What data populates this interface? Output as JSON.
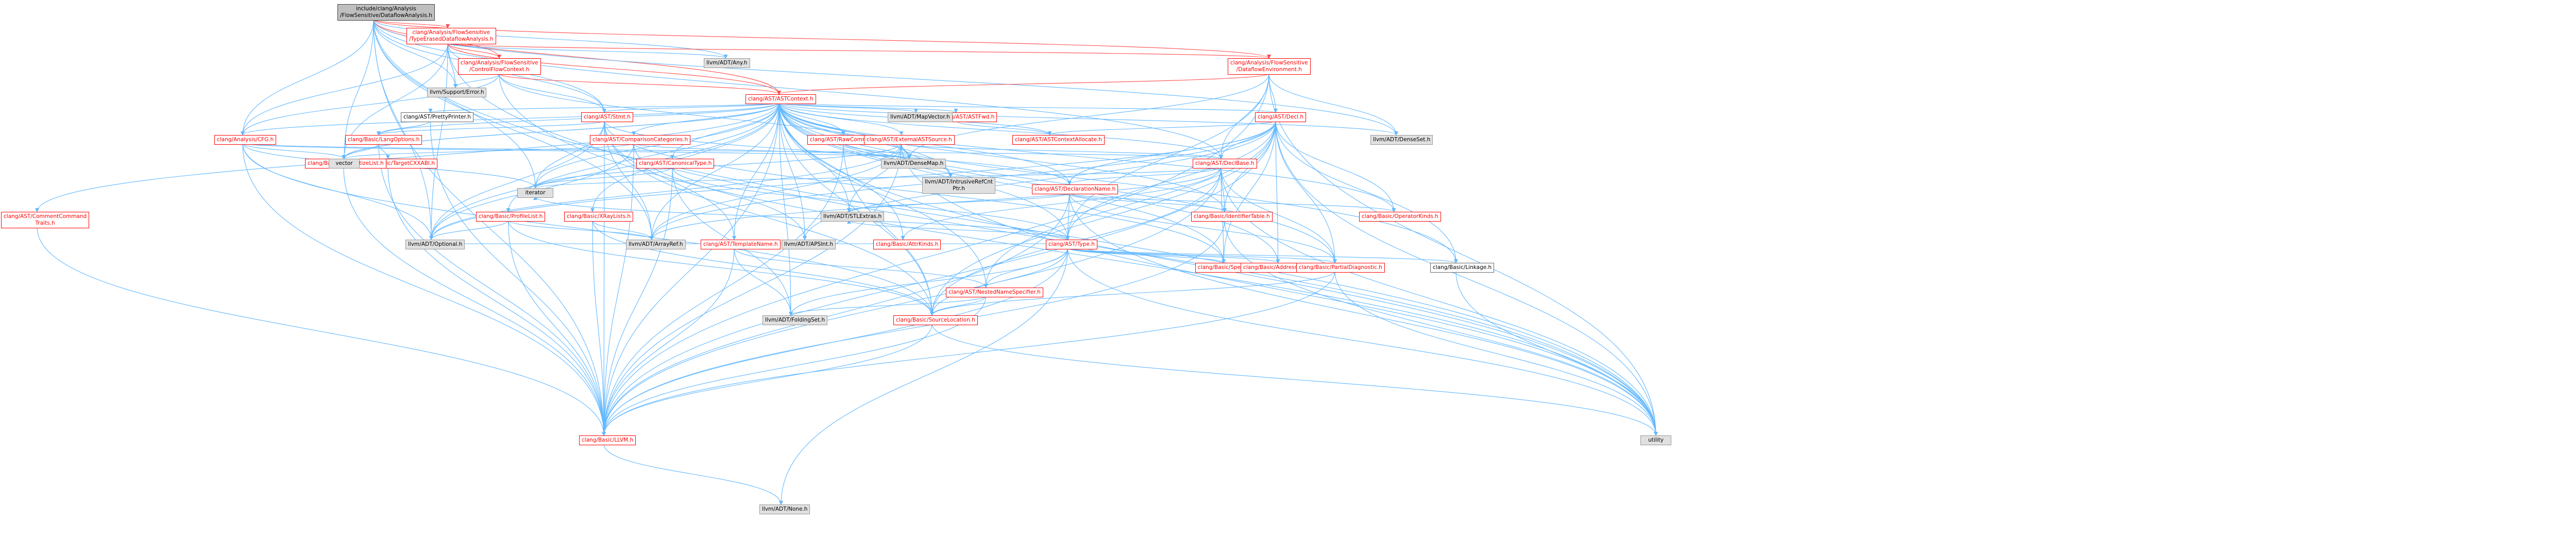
{
  "graph": {
    "nodes": [
      {
        "id": "root",
        "label": [
          "include/clang/Analysis",
          "/FlowSensitive/DataflowAnalysis.h"
        ],
        "kind": "root"
      },
      {
        "id": "tdfa",
        "label": [
          "clang/Analysis/FlowSensitive",
          "/TypeErasedDataflowAnalysis.h"
        ],
        "kind": "red"
      },
      {
        "id": "cfc",
        "label": [
          "clang/Analysis/FlowSensitive",
          "/ControlFlowContext.h"
        ],
        "kind": "red"
      },
      {
        "id": "dfenv",
        "label": [
          "clang/Analysis/FlowSensitive",
          "/DataflowEnvironment.h"
        ],
        "kind": "red"
      },
      {
        "id": "astctx",
        "label": [
          "clang/AST/ASTContext.h"
        ],
        "kind": "red"
      },
      {
        "id": "prettyprinter",
        "label": [
          "clang/AST/PrettyPrinter.h"
        ],
        "kind": "white"
      },
      {
        "id": "stmt",
        "label": [
          "clang/AST/Stmt.h"
        ],
        "kind": "red"
      },
      {
        "id": "cfg",
        "label": [
          "clang/Analysis/CFG.h"
        ],
        "kind": "red"
      },
      {
        "id": "langopts",
        "label": [
          "clang/Basic/LangOptions.h"
        ],
        "kind": "red"
      },
      {
        "id": "targetcxxabi",
        "label": [
          "clang/Basic/TargetCXXABI.h"
        ],
        "kind": "red"
      },
      {
        "id": "commentcmd",
        "label": [
          "clang/AST/CommentCommand",
          "Traits.h"
        ],
        "kind": "red"
      },
      {
        "id": "llvmh",
        "label": [
          "clang/Basic/LLVM.h"
        ],
        "kind": "red"
      },
      {
        "id": "none",
        "label": [
          "llvm/ADT/None.h"
        ],
        "kind": "grey"
      },
      {
        "id": "nosanitize",
        "label": [
          "clang/Basic/NoSanitizeList.h"
        ],
        "kind": "red"
      },
      {
        "id": "cmpcats",
        "label": [
          "clang/AST/ComparisonCategories.h"
        ],
        "kind": "red"
      },
      {
        "id": "canontype",
        "label": [
          "clang/AST/CanonicalType.h"
        ],
        "kind": "red"
      },
      {
        "id": "profilelist",
        "label": [
          "clang/Basic/ProfileList.h"
        ],
        "kind": "red"
      },
      {
        "id": "xraylists",
        "label": [
          "clang/Basic/XRayLists.h"
        ],
        "kind": "red"
      },
      {
        "id": "templatename",
        "label": [
          "clang/AST/TemplateName.h"
        ],
        "kind": "red"
      },
      {
        "id": "rawcomment",
        "label": [
          "clang/AST/RawCommentList.h"
        ],
        "kind": "red"
      },
      {
        "id": "extsource",
        "label": [
          "clang/AST/ExternalASTSource.h"
        ],
        "kind": "red"
      },
      {
        "id": "asttypetraits",
        "label": [
          "clang/AST/ASTFwd.h"
        ],
        "kind": "red"
      },
      {
        "id": "ctxalloc",
        "label": [
          "clang/AST/ASTContextAllocate.h"
        ],
        "kind": "red"
      },
      {
        "id": "decl",
        "label": [
          "clang/AST/Decl.h"
        ],
        "kind": "red"
      },
      {
        "id": "declbase",
        "label": [
          "clang/AST/DeclBase.h"
        ],
        "kind": "red"
      },
      {
        "id": "declname",
        "label": [
          "clang/AST/DeclarationName.h"
        ],
        "kind": "red"
      },
      {
        "id": "identtable",
        "label": [
          "clang/Basic/IdentifierTable.h"
        ],
        "kind": "red"
      },
      {
        "id": "opkinds",
        "label": [
          "clang/Basic/OperatorKinds.h"
        ],
        "kind": "red"
      },
      {
        "id": "type",
        "label": [
          "clang/AST/Type.h"
        ],
        "kind": "red"
      },
      {
        "id": "nns",
        "label": [
          "clang/AST/NestedNameSpecifier.h"
        ],
        "kind": "red"
      },
      {
        "id": "srcloc",
        "label": [
          "clang/Basic/SourceLocation.h"
        ],
        "kind": "red"
      },
      {
        "id": "attrkinds",
        "label": [
          "clang/Basic/AttrKinds.h"
        ],
        "kind": "red"
      },
      {
        "id": "specifiers",
        "label": [
          "clang/Basic/Specifiers.h"
        ],
        "kind": "red"
      },
      {
        "id": "addrspaces",
        "label": [
          "clang/Basic/AddressSpaces.h"
        ],
        "kind": "red"
      },
      {
        "id": "partialdiag",
        "label": [
          "clang/Basic/PartialDiagnostic.h"
        ],
        "kind": "red"
      },
      {
        "id": "linkage",
        "label": [
          "clang/Basic/Linkage.h"
        ],
        "kind": "white"
      },
      {
        "id": "any",
        "label": [
          "llvm/ADT/Any.h"
        ],
        "kind": "grey"
      },
      {
        "id": "error",
        "label": [
          "llvm/Support/Error.h"
        ],
        "kind": "grey"
      },
      {
        "id": "mapvector",
        "label": [
          "llvm/ADT/MapVector.h"
        ],
        "kind": "grey"
      },
      {
        "id": "denseset",
        "label": [
          "llvm/ADT/DenseSet.h"
        ],
        "kind": "grey"
      },
      {
        "id": "densemap",
        "label": [
          "llvm/ADT/DenseMap.h"
        ],
        "kind": "grey"
      },
      {
        "id": "intrusiveref",
        "label": [
          "llvm/ADT/IntrusiveRefCnt",
          "Ptr.h"
        ],
        "kind": "grey"
      },
      {
        "id": "stlextras",
        "label": [
          "llvm/ADT/STLExtras.h"
        ],
        "kind": "grey"
      },
      {
        "id": "arrayref",
        "label": [
          "llvm/ADT/ArrayRef.h"
        ],
        "kind": "grey"
      },
      {
        "id": "apsint",
        "label": [
          "llvm/ADT/APSInt.h"
        ],
        "kind": "grey"
      },
      {
        "id": "optional",
        "label": [
          "llvm/ADT/Optional.h"
        ],
        "kind": "grey"
      },
      {
        "id": "foldingset",
        "label": [
          "llvm/ADT/FoldingSet.h"
        ],
        "kind": "grey"
      },
      {
        "id": "vector",
        "label": [
          "vector"
        ],
        "kind": "grey"
      },
      {
        "id": "iterator",
        "label": [
          "iterator"
        ],
        "kind": "grey"
      },
      {
        "id": "utility",
        "label": [
          "utility"
        ],
        "kind": "grey"
      }
    ],
    "edges": [
      [
        "root",
        "tdfa"
      ],
      [
        "root",
        "cfc"
      ],
      [
        "root",
        "dfenv"
      ],
      [
        "root",
        "astctx"
      ],
      [
        "root",
        "stmt"
      ],
      [
        "root",
        "cfg"
      ],
      [
        "root",
        "any"
      ],
      [
        "root",
        "error"
      ],
      [
        "root",
        "optional"
      ],
      [
        "root",
        "vector"
      ],
      [
        "root",
        "iterator"
      ],
      [
        "root",
        "utility"
      ],
      [
        "root",
        "denseset"
      ],
      [
        "root",
        "arrayref"
      ],
      [
        "root",
        "llvmh"
      ],
      [
        "root",
        "declbase"
      ],
      [
        "tdfa",
        "cfc"
      ],
      [
        "tdfa",
        "dfenv"
      ],
      [
        "tdfa",
        "astctx"
      ],
      [
        "tdfa",
        "stmt"
      ],
      [
        "tdfa",
        "cfg"
      ],
      [
        "tdfa",
        "any"
      ],
      [
        "tdfa",
        "error"
      ],
      [
        "tdfa",
        "optional"
      ],
      [
        "tdfa",
        "vector"
      ],
      [
        "tdfa",
        "utility"
      ],
      [
        "cfc",
        "astctx"
      ],
      [
        "cfc",
        "stmt"
      ],
      [
        "cfc",
        "cfg"
      ],
      [
        "cfc",
        "densemap"
      ],
      [
        "cfc",
        "error"
      ],
      [
        "cfc",
        "utility"
      ],
      [
        "dfenv",
        "astctx"
      ],
      [
        "dfenv",
        "decl"
      ],
      [
        "dfenv",
        "declbase"
      ],
      [
        "dfenv",
        "type"
      ],
      [
        "dfenv",
        "densemap"
      ],
      [
        "dfenv",
        "denseset"
      ],
      [
        "dfenv",
        "utility"
      ],
      [
        "dfenv",
        "llvmh"
      ],
      [
        "astctx",
        "prettyprinter"
      ],
      [
        "astctx",
        "stmt"
      ],
      [
        "astctx",
        "cfg"
      ],
      [
        "astctx",
        "langopts"
      ],
      [
        "astctx",
        "commentcmd"
      ],
      [
        "astctx",
        "nosanitize"
      ],
      [
        "astctx",
        "cmpcats"
      ],
      [
        "astctx",
        "canontype"
      ],
      [
        "astctx",
        "profilelist"
      ],
      [
        "astctx",
        "xraylists"
      ],
      [
        "astctx",
        "templatename"
      ],
      [
        "astctx",
        "rawcomment"
      ],
      [
        "astctx",
        "extsource"
      ],
      [
        "astctx",
        "asttypetraits"
      ],
      [
        "astctx",
        "ctxalloc"
      ],
      [
        "astctx",
        "decl"
      ],
      [
        "astctx",
        "declbase"
      ],
      [
        "astctx",
        "declname"
      ],
      [
        "astctx",
        "type"
      ],
      [
        "astctx",
        "nns"
      ],
      [
        "astctx",
        "identtable"
      ],
      [
        "astctx",
        "opkinds"
      ],
      [
        "astctx",
        "partialdiag"
      ],
      [
        "astctx",
        "srcloc"
      ],
      [
        "astctx",
        "specifiers"
      ],
      [
        "astctx",
        "addrspaces"
      ],
      [
        "astctx",
        "linkage"
      ],
      [
        "astctx",
        "mapvector"
      ],
      [
        "astctx",
        "denseset"
      ],
      [
        "astctx",
        "densemap"
      ],
      [
        "astctx",
        "intrusiveref"
      ],
      [
        "astctx",
        "stlextras"
      ],
      [
        "astctx",
        "arrayref"
      ],
      [
        "astctx",
        "apsint"
      ],
      [
        "astctx",
        "optional"
      ],
      [
        "astctx",
        "foldingset"
      ],
      [
        "astctx",
        "vector"
      ],
      [
        "astctx",
        "iterator"
      ],
      [
        "astctx",
        "utility"
      ],
      [
        "astctx",
        "llvmh"
      ],
      [
        "astctx",
        "attrkinds"
      ],
      [
        "prettyprinter",
        "langopts"
      ],
      [
        "prettyprinter",
        "llvmh"
      ],
      [
        "stmt",
        "langopts"
      ],
      [
        "stmt",
        "llvmh"
      ],
      [
        "stmt",
        "iterator"
      ],
      [
        "stmt",
        "arrayref"
      ],
      [
        "stmt",
        "srcloc"
      ],
      [
        "stmt",
        "specifiers"
      ],
      [
        "stmt",
        "declname"
      ],
      [
        "stmt",
        "templatename"
      ],
      [
        "stmt",
        "optional"
      ],
      [
        "cfg",
        "vector"
      ],
      [
        "cfg",
        "iterator"
      ],
      [
        "cfg",
        "llvmh"
      ],
      [
        "cfg",
        "optional"
      ],
      [
        "cfg",
        "densemap"
      ],
      [
        "cfg",
        "srcloc"
      ],
      [
        "cfg",
        "declbase"
      ],
      [
        "langopts",
        "targetcxxabi"
      ],
      [
        "langopts",
        "llvmh"
      ],
      [
        "langopts",
        "vector"
      ],
      [
        "targetcxxabi",
        "llvmh"
      ],
      [
        "commentcmd",
        "llvmh"
      ],
      [
        "llvmh",
        "none"
      ],
      [
        "nosanitize",
        "llvmh"
      ],
      [
        "nosanitize",
        "vector"
      ],
      [
        "cmpcats",
        "llvmh"
      ],
      [
        "cmpcats",
        "densemap"
      ],
      [
        "cmpcats",
        "apsint"
      ],
      [
        "cmpcats",
        "optional"
      ],
      [
        "cmpcats",
        "vector"
      ],
      [
        "canontype",
        "type"
      ],
      [
        "canontype",
        "llvmh"
      ],
      [
        "canontype",
        "iterator"
      ],
      [
        "canontype",
        "foldingset"
      ],
      [
        "profilelist",
        "llvmh"
      ],
      [
        "profilelist",
        "arrayref"
      ],
      [
        "profilelist",
        "optional"
      ],
      [
        "profilelist",
        "srcloc"
      ],
      [
        "xraylists",
        "llvmh"
      ],
      [
        "xraylists",
        "arrayref"
      ],
      [
        "xraylists",
        "srcloc"
      ],
      [
        "templatename",
        "nns"
      ],
      [
        "templatename",
        "llvmh"
      ],
      [
        "templatename",
        "foldingset"
      ],
      [
        "rawcomment",
        "srcloc"
      ],
      [
        "rawcomment",
        "densemap"
      ],
      [
        "rawcomment",
        "llvmh"
      ],
      [
        "extsource",
        "declbase"
      ],
      [
        "extsource",
        "llvmh"
      ],
      [
        "extsource",
        "intrusiveref"
      ],
      [
        "extsource",
        "densemap"
      ],
      [
        "extsource",
        "optional"
      ],
      [
        "extsource",
        "arrayref"
      ],
      [
        "extsource",
        "stlextras"
      ],
      [
        "extsource",
        "iterator"
      ],
      [
        "extsource",
        "utility"
      ],
      [
        "asttypetraits",
        "ctxalloc"
      ],
      [
        "decl",
        "declbase"
      ],
      [
        "decl",
        "declname"
      ],
      [
        "decl",
        "type"
      ],
      [
        "decl",
        "nns"
      ],
      [
        "decl",
        "identtable"
      ],
      [
        "decl",
        "linkage"
      ],
      [
        "decl",
        "opkinds"
      ],
      [
        "decl",
        "partialdiag"
      ],
      [
        "decl",
        "specifiers"
      ],
      [
        "decl",
        "srcloc"
      ],
      [
        "decl",
        "addrspaces"
      ],
      [
        "decl",
        "arrayref"
      ],
      [
        "decl",
        "optional"
      ],
      [
        "decl",
        "llvmh"
      ],
      [
        "decl",
        "utility"
      ],
      [
        "decl",
        "ctxalloc"
      ],
      [
        "decl",
        "apsint"
      ],
      [
        "declbase",
        "declname"
      ],
      [
        "declbase",
        "attrkinds"
      ],
      [
        "declbase",
        "specifiers"
      ],
      [
        "declbase",
        "srcloc"
      ],
      [
        "declbase",
        "llvmh"
      ],
      [
        "declbase",
        "partialdiag"
      ],
      [
        "declbase",
        "arrayref"
      ],
      [
        "declbase",
        "iterator"
      ],
      [
        "declbase",
        "utility"
      ],
      [
        "declbase",
        "identtable"
      ],
      [
        "declname",
        "identtable"
      ],
      [
        "declname",
        "opkinds"
      ],
      [
        "declname",
        "partialdiag"
      ],
      [
        "declname",
        "type"
      ],
      [
        "declname",
        "llvmh"
      ],
      [
        "declname",
        "stlextras"
      ],
      [
        "declname",
        "utility"
      ],
      [
        "identtable",
        "llvmh"
      ],
      [
        "identtable",
        "utility"
      ],
      [
        "type",
        "nns"
      ],
      [
        "type",
        "templatename"
      ],
      [
        "type",
        "attrkinds"
      ],
      [
        "type",
        "addrspaces"
      ],
      [
        "type",
        "linkage"
      ],
      [
        "type",
        "partialdiag"
      ],
      [
        "type",
        "specifiers"
      ],
      [
        "type",
        "srcloc"
      ],
      [
        "type",
        "llvmh"
      ],
      [
        "type",
        "apsint"
      ],
      [
        "type",
        "arrayref"
      ],
      [
        "type",
        "foldingset"
      ],
      [
        "type",
        "none"
      ],
      [
        "type",
        "optional"
      ],
      [
        "type",
        "stlextras"
      ],
      [
        "type",
        "utility"
      ],
      [
        "type",
        "iterator"
      ],
      [
        "nns",
        "srcloc"
      ],
      [
        "nns",
        "foldingset"
      ],
      [
        "nns",
        "llvmh"
      ],
      [
        "srcloc",
        "llvmh"
      ],
      [
        "srcloc",
        "utility"
      ],
      [
        "partialdiag",
        "srcloc"
      ],
      [
        "partialdiag",
        "llvmh"
      ],
      [
        "partialdiag",
        "utility"
      ],
      [
        "linkage",
        "utility"
      ]
    ]
  },
  "colors": {
    "edge": "#63b8ff",
    "edge_red": "#ff4b4b",
    "node_red": "#ff0000",
    "node_grey_fill": "#e0e0e0",
    "root_fill": "#bfbfbf"
  }
}
